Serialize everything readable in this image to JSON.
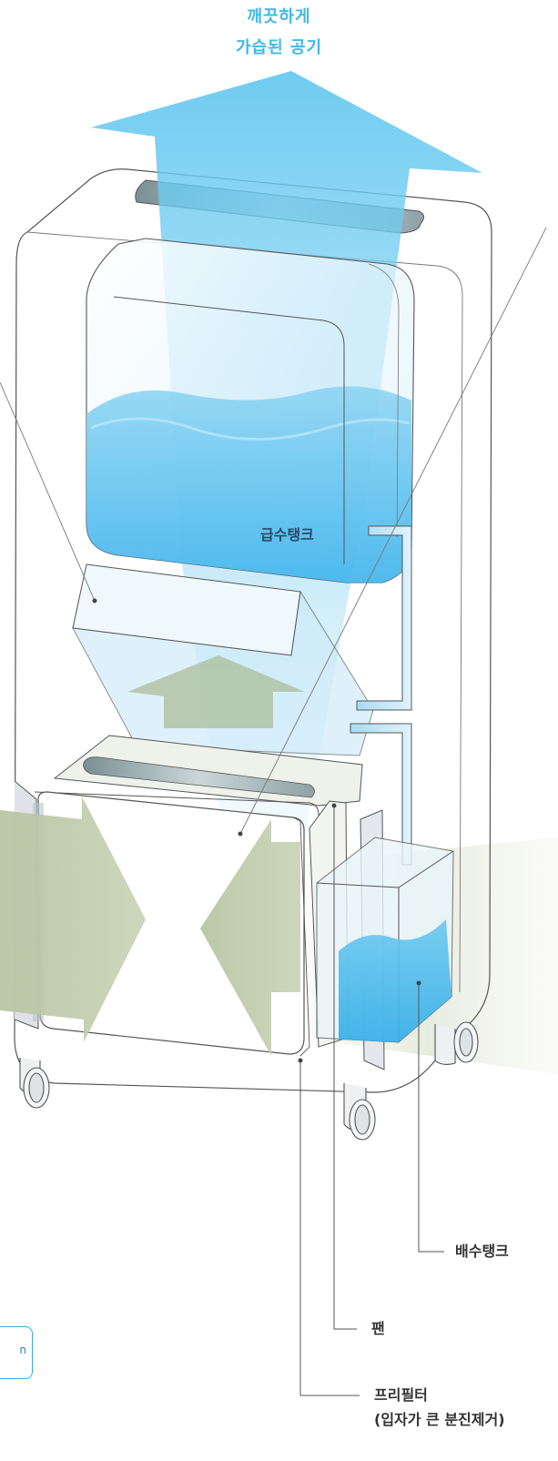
{
  "header": {
    "line1": "깨끗하게",
    "line2": "가습된 공기"
  },
  "labels": {
    "supply_tank": "급수탱크",
    "drain_tank": "배수탱크",
    "fan": "팬",
    "prefilter": "프리필터",
    "prefilter_note": "(입자가 큰 분진제거)"
  },
  "partial_box_text": "n",
  "colors": {
    "title": "#41b8e6",
    "water": "#3fb4ec",
    "airflow_in": "#b6c4a0",
    "outline": "#555555"
  }
}
